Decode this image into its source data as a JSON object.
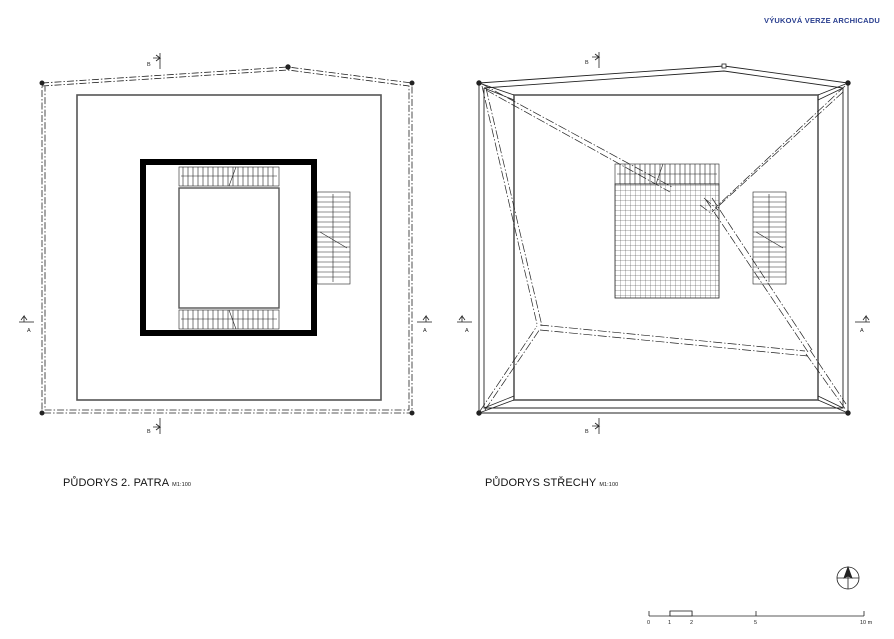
{
  "header": {
    "watermark": "VÝUKOVÁ VERZE ARCHICADU"
  },
  "plans": [
    {
      "title": "PŮDORYS 2. PATRA",
      "scale": "M1:100"
    },
    {
      "title": "PŮDORYS STŘECHY",
      "scale": "M1:100"
    }
  ],
  "section_markers": {
    "a": "A",
    "b": "B"
  },
  "scale_bar": {
    "ticks": [
      "0",
      "1",
      "2",
      "5",
      "10 m"
    ]
  },
  "colors": {
    "line": "#222222",
    "watermark": "#2a3f8f"
  }
}
